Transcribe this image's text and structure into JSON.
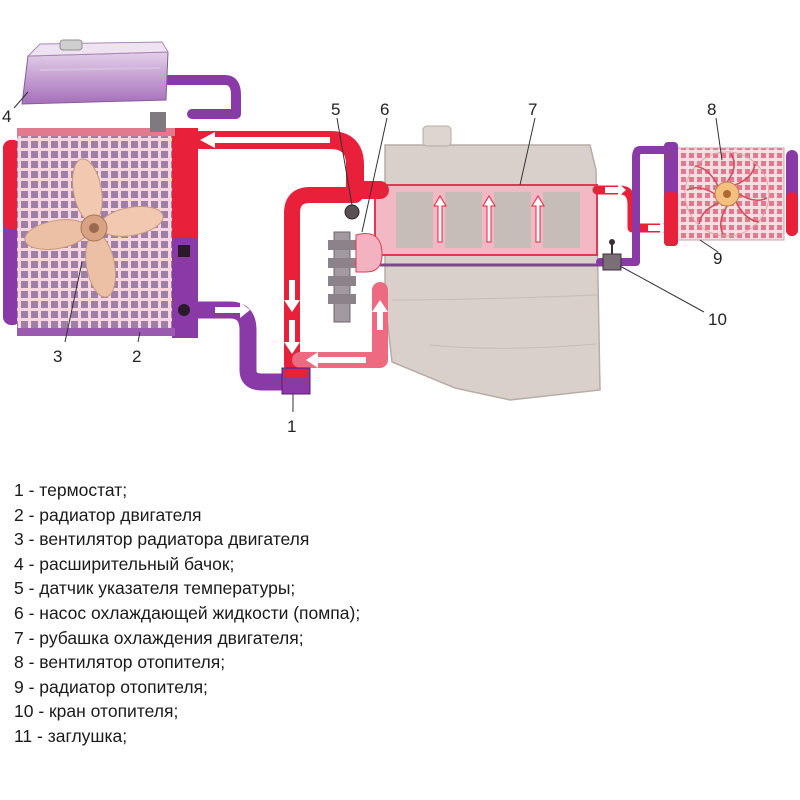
{
  "colors": {
    "hot": "#e8203a",
    "hot_light": "#f27a8a",
    "cold": "#8a3aa6",
    "cold_light": "#b77ccb",
    "engine": "#d8cfca",
    "tank": "#c9a3d8"
  },
  "callouts": [
    "1",
    "2",
    "3",
    "4",
    "5",
    "6",
    "7",
    "8",
    "9",
    "10"
  ],
  "legend": [
    "1 - термостат;",
    "2 - радиатор двигателя",
    "3 - вентилятор радиатора двигателя",
    "4 - расширительный бачок;",
    "5 - датчик указателя температуры;",
    "6 - насос охлаждающей жидкости (помпа);",
    "7 - рубашка охлаждения двигателя;",
    "8 - вентилятор отопителя;",
    "9 - радиатор отопителя;",
    "10 - кран отопителя;",
    "11 - заглушка;"
  ]
}
